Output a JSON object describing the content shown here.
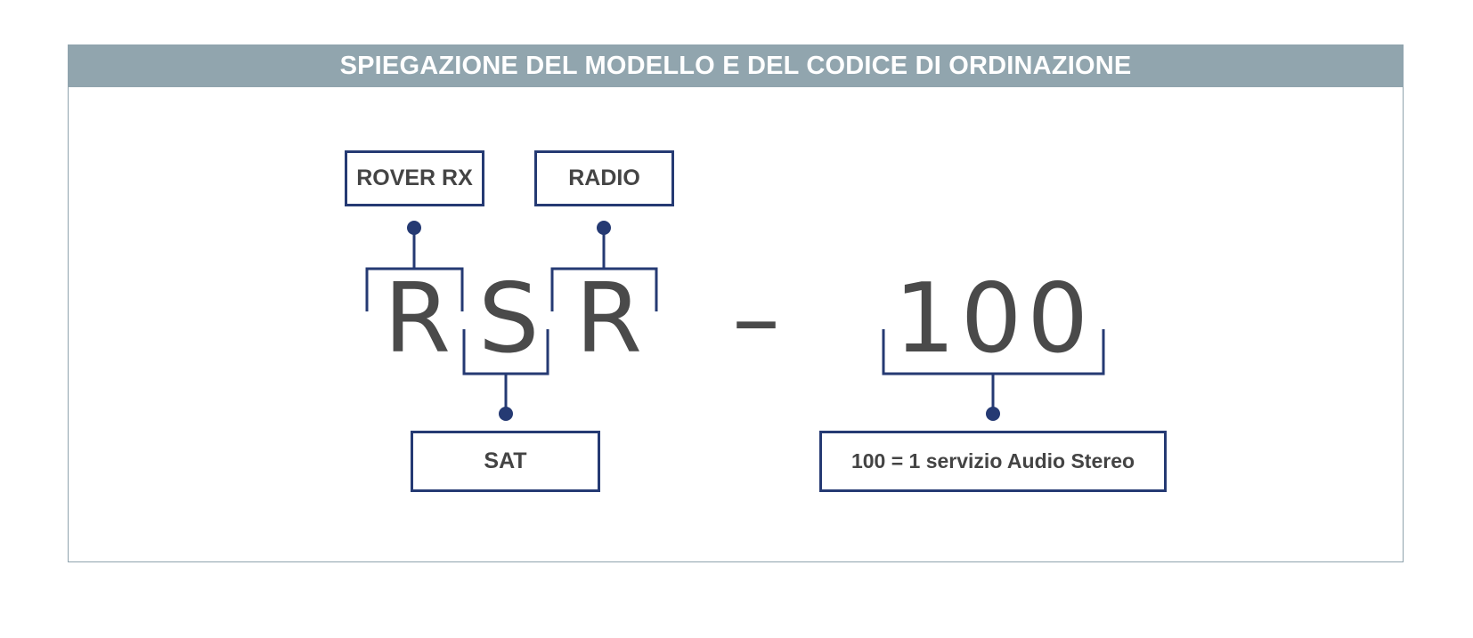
{
  "header": {
    "title": "SPIEGAZIONE DEL MODELLO E DEL CODICE DI ORDINAZIONE"
  },
  "code": {
    "char_1": "R",
    "char_2": "S",
    "char_3": "R",
    "separator": "–",
    "number": "100"
  },
  "labels": {
    "rover_rx": "ROVER RX",
    "radio": "RADIO",
    "sat": "SAT",
    "service": "100 = 1 servizio Audio Stereo"
  },
  "colors": {
    "header_bg": "#91a5ae",
    "connector": "#253a73",
    "text": "#444444"
  }
}
